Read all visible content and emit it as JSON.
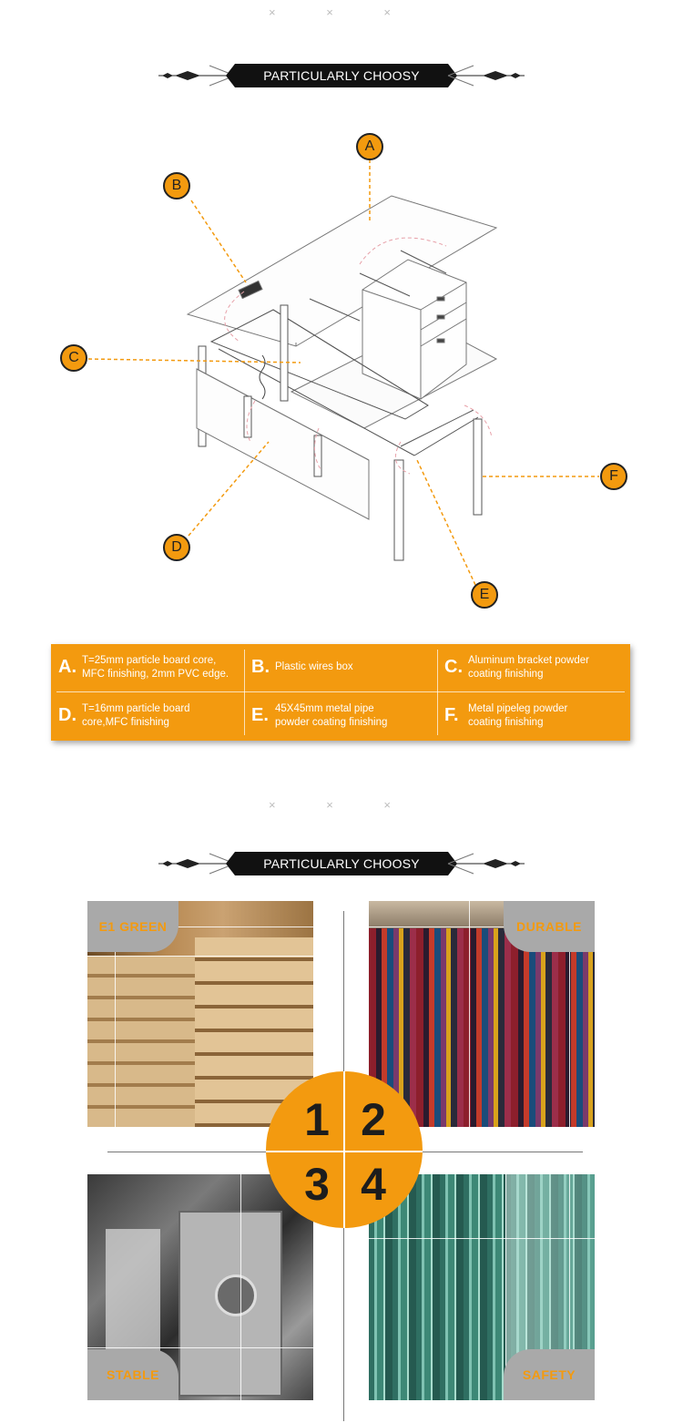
{
  "section1": {
    "decor_marks": "× × ×",
    "title": "PARTICULARLY CHOOSY",
    "markers": [
      "A",
      "B",
      "C",
      "D",
      "E",
      "F"
    ],
    "specs": [
      {
        "letter": "A.",
        "text": "T=25mm particle board core, MFC finishing, 2mm PVC edge."
      },
      {
        "letter": "B.",
        "text": "Plastic wires box"
      },
      {
        "letter": "C.",
        "text": "Aluminum bracket powder coating finishing"
      },
      {
        "letter": "D.",
        "text": "T=16mm particle board core,MFC finishing"
      },
      {
        "letter": "E.",
        "text": "45X45mm metal pipe powder coating finishing"
      },
      {
        "letter": "F.",
        "text": "Metal pipeleg powder coating finishing"
      }
    ]
  },
  "section2": {
    "decor_marks": "× × ×",
    "title": "PARTICULARLY CHOOSY",
    "features": [
      {
        "label": "E1 GREEN",
        "number": "1"
      },
      {
        "label": "DURABLE",
        "number": "2"
      },
      {
        "label": "STABLE",
        "number": "3"
      },
      {
        "label": "SAFETY",
        "number": "4"
      }
    ]
  },
  "colors": {
    "accent": "#f39a0f",
    "banner": "#111111",
    "tab": "#a9a9a9"
  }
}
